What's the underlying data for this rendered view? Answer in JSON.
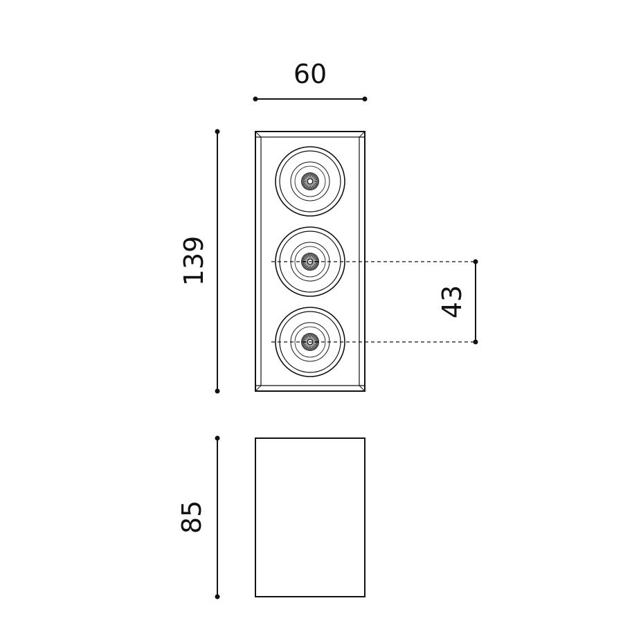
{
  "dimensions": {
    "width": "60",
    "height_top": "139",
    "spacing": "43",
    "height_side": "85"
  },
  "diagram": {
    "spotlight_count": 3,
    "line_color": "#111111",
    "background": "#ffffff"
  }
}
